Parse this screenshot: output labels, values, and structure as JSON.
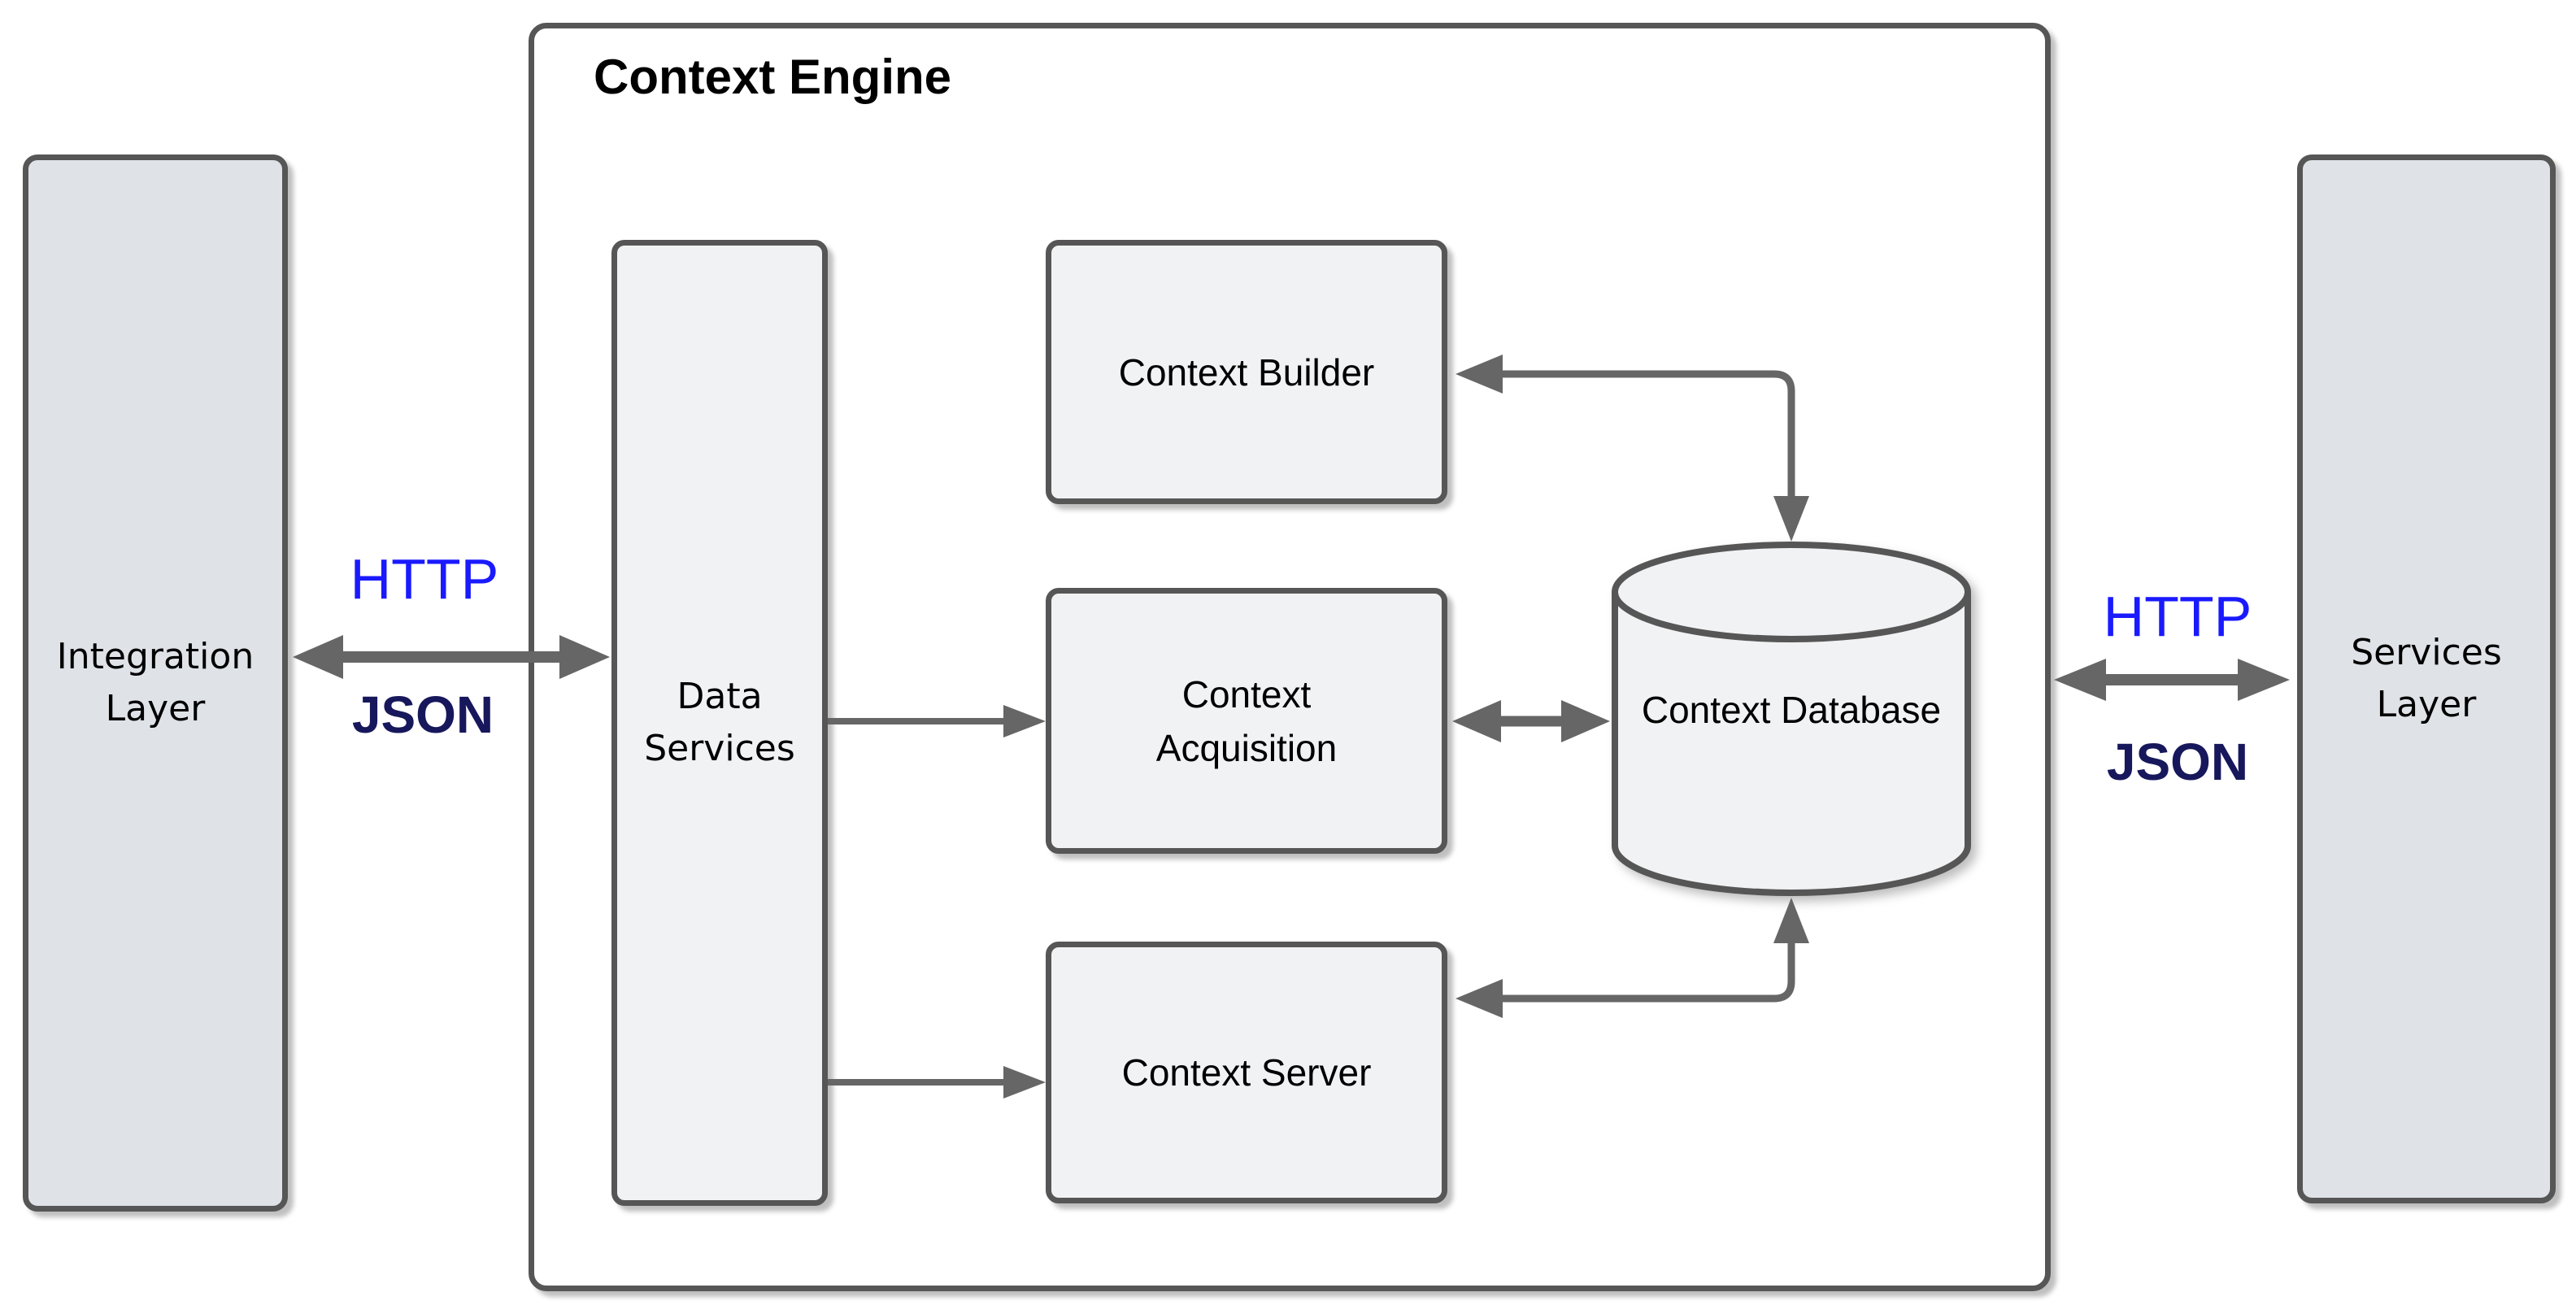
{
  "diagram": {
    "engine_title": "Context Engine",
    "nodes": {
      "integration_layer": "Integration Layer",
      "data_services": "Data Services",
      "context_builder": "Context Builder",
      "context_acquisition": "Context Acquisition",
      "context_server": "Context Server",
      "context_database": "Context Database",
      "services_layer": "Services Layer"
    },
    "protocols": {
      "left": {
        "top": "HTTP",
        "bottom": "JSON"
      },
      "right": {
        "top": "HTTP",
        "bottom": "JSON"
      }
    },
    "edges": [
      {
        "from": "Integration Layer",
        "to": "Data Services",
        "label": "HTTP / JSON",
        "direction": "bidirectional"
      },
      {
        "from": "Data Services",
        "to": "Context Acquisition",
        "direction": "one-way"
      },
      {
        "from": "Data Services",
        "to": "Context Server",
        "direction": "one-way"
      },
      {
        "from": "Context Builder",
        "to": "Context Database",
        "direction": "bidirectional"
      },
      {
        "from": "Context Acquisition",
        "to": "Context Database",
        "direction": "bidirectional"
      },
      {
        "from": "Context Server",
        "to": "Context Database",
        "direction": "bidirectional"
      },
      {
        "from": "Context Engine",
        "to": "Services Layer",
        "label": "HTTP / JSON",
        "direction": "bidirectional"
      }
    ],
    "colors": {
      "canvas": "#ffffff",
      "outer_box_fill": "#dfe3e8",
      "inner_box_fill": "#f1f2f4",
      "box_border": "#565656",
      "arrow": "#666666",
      "http_text": "#1a1aff",
      "json_text": "#17175c",
      "label_text": "#000000"
    }
  }
}
